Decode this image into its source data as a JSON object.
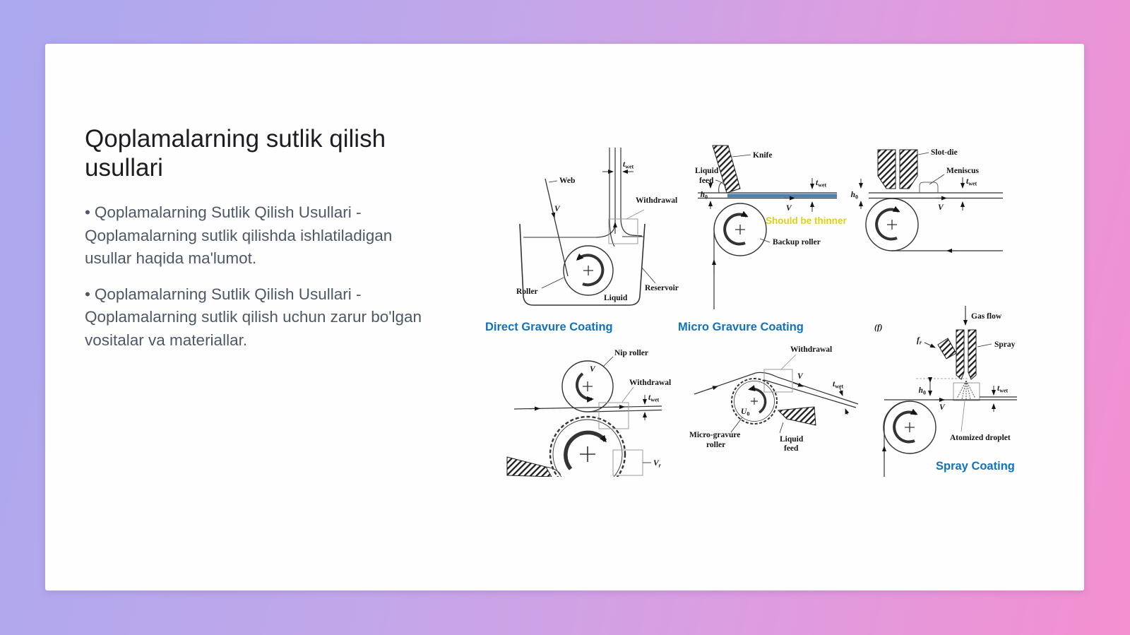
{
  "slide": {
    "title": "Qoplamalarning sutlik qilish usullari",
    "bullet_glyph": "•",
    "bullets": [
      "Qoplamalarning Sutlik Qilish Usullari - Qoplamalarning sutlik qilishda ishlatiladigan usullar haqida ma'lumot.",
      "Qoplamalarning Sutlik Qilish Usullari - Qoplamalarning sutlik qilish uchun zarur bo'lgan vositalar va materiallar."
    ]
  },
  "figure": {
    "captions": {
      "direct_gravure": "Direct Gravure Coating",
      "micro_gravure": "Micro Gravure Coating",
      "spray": "Spray Coating"
    },
    "note": "Should be thinner",
    "panel_dip": {
      "web": "Web",
      "withdrawal": "Withdrawal",
      "roller": "Roller",
      "liquid": "Liquid",
      "reservoir": "Reservoir"
    },
    "panel_knife": {
      "knife": "Knife",
      "liquid_feed_1": "Liquid",
      "liquid_feed_2": "feed",
      "backup_roller": "Backup roller"
    },
    "panel_slot": {
      "slot_die": "Slot-die",
      "meniscus": "Meniscus"
    },
    "panel_gravure": {
      "nip_roller": "Nip roller",
      "withdrawal": "Withdrawal"
    },
    "panel_micro": {
      "withdrawal": "Withdrawal",
      "micro_roller_1": "Micro-gravure",
      "micro_roller_2": "roller",
      "liquid_feed_1": "Liquid",
      "liquid_feed_2": "feed"
    },
    "panel_spray": {
      "figure_marker": "(f)",
      "gas_flow": "Gas flow",
      "spray": "Spray",
      "atomized_droplet": "Atomized droplet"
    },
    "sym": {
      "t": "t",
      "wet": "wet",
      "h": "h",
      "zero": "0",
      "V": "V",
      "U": "U",
      "r": "r",
      "f": "f"
    },
    "colors": {
      "caption_blue": "#1273bd",
      "note_yellow": "#ded01a",
      "film_blue": "#4a7fb0"
    }
  },
  "background": {
    "gradient_start": "#aba8ef",
    "gradient_end": "#f48fd0"
  }
}
